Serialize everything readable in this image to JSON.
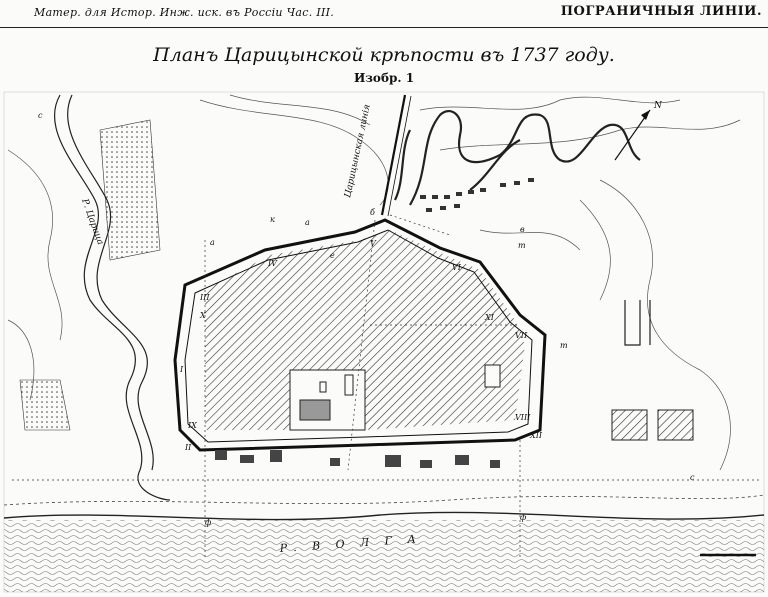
{
  "header": {
    "left_text": "Матер. для Истор. Инж. иск. въ Россiи Час. III.",
    "right_text": "ПОГРАНИЧНЫЯ ЛИНIИ."
  },
  "plan": {
    "title": "Планъ Царицынской крѣпости въ 1737 году.",
    "subtitle": "Изобр. 1"
  },
  "map_labels": {
    "river_volga": "Р. В О Л Г А",
    "river_tsaritsa": "Р. Царица",
    "defense_line": "Царицынская линiя",
    "north_arrow": "N"
  },
  "bastions": [
    "I",
    "II",
    "III",
    "IV",
    "V",
    "VI",
    "VII",
    "VIII",
    "IX",
    "X",
    "XI",
    "XII"
  ],
  "letters": [
    "а",
    "а",
    "б",
    "в",
    "е",
    "с",
    "с",
    "к",
    "т",
    "т",
    "ф",
    "ф"
  ],
  "colors": {
    "ink": "#1a1a1a",
    "paper": "#fbfbf9"
  }
}
